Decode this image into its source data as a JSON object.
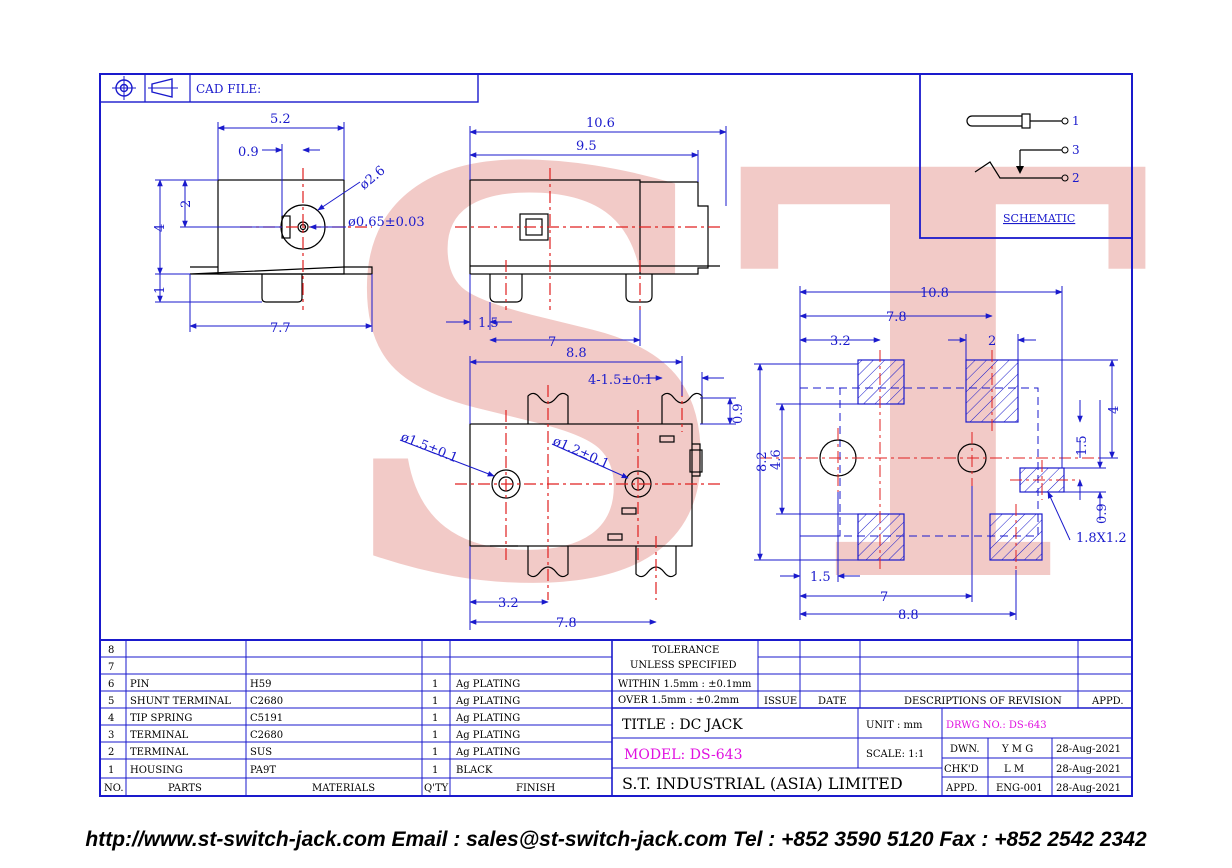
{
  "header": {
    "cad_label": "CAD FILE:"
  },
  "watermark": {
    "text": "ST",
    "color": "#e8a09a"
  },
  "colors": {
    "line": "#1a1acc",
    "center": "#e02020",
    "magenta": "#e010e0"
  },
  "front_view": {
    "dims": [
      "5.2",
      "0.9",
      "2",
      "4",
      "1",
      "7.7"
    ],
    "hole_outer": "ø2.6",
    "hole_inner": "ø0.65±0.03"
  },
  "side_view": {
    "dims": [
      "10.6",
      "9.5",
      "1.5",
      "7"
    ]
  },
  "top_view": {
    "dims": [
      "8.8",
      "4-1.5±0.1",
      "0.9",
      "3.2",
      "7.8"
    ],
    "hole_a": "ø1.5±0.1",
    "hole_b": "ø1.2±0.1"
  },
  "pcb_layout": {
    "dims": [
      "10.8",
      "7.8",
      "3.2",
      "2",
      "8.2",
      "4.6",
      "4",
      "1.5",
      "0.9",
      "1.5",
      "7",
      "8.8"
    ],
    "pad_label": "1.8X1.2"
  },
  "schematic": {
    "title": "SCHEMATIC",
    "pins": [
      "1",
      "3",
      "2"
    ]
  },
  "bom": {
    "rows": [
      {
        "no": "8",
        "part": "",
        "material": "",
        "qty": "",
        "finish": ""
      },
      {
        "no": "7",
        "part": "",
        "material": "",
        "qty": "",
        "finish": ""
      },
      {
        "no": "6",
        "part": "PIN",
        "material": "H59",
        "qty": "1",
        "finish": "Ag PLATING"
      },
      {
        "no": "5",
        "part": "SHUNT TERMINAL",
        "material": "C2680",
        "qty": "1",
        "finish": "Ag PLATING"
      },
      {
        "no": "4",
        "part": "TIP SPRING",
        "material": "C5191",
        "qty": "1",
        "finish": "Ag PLATING"
      },
      {
        "no": "3",
        "part": "TERMINAL",
        "material": "C2680",
        "qty": "1",
        "finish": "Ag PLATING"
      },
      {
        "no": "2",
        "part": "TERMINAL",
        "material": "SUS",
        "qty": "1",
        "finish": "Ag PLATING"
      },
      {
        "no": "1",
        "part": "HOUSING",
        "material": "PA9T",
        "qty": "1",
        "finish": "BLACK"
      }
    ],
    "headers": {
      "no": "NO.",
      "part": "PARTS",
      "material": "MATERIALS",
      "qty": "Q'TY",
      "finish": "FINISH"
    }
  },
  "tolerance": {
    "title1": "TOLERANCE",
    "title2": "UNLESS   SPECIFIED",
    "within": "WITHIN  1.5mm : ±0.1mm",
    "over": "OVER    1.5mm : ±0.2mm"
  },
  "revision": {
    "issue": "ISSUE",
    "date": "DATE",
    "desc": "DESCRIPTIONS  OF  REVISION",
    "appd": "APPD."
  },
  "title_block": {
    "title": "TITLE : DC JACK",
    "model": "MODEL: DS-643",
    "company": "S.T.  INDUSTRIAL  (ASIA)  LIMITED",
    "unit_label": "UNIT :  mm",
    "drwg": "DRWG NO.: DS-643",
    "scale": "SCALE:   1:1",
    "dwn_label": "DWN.",
    "dwn_name": "Y M G",
    "dwn_date": "28-Aug-2021",
    "chkd_label": "CHK'D",
    "chkd_name": "L M",
    "chkd_date": "28-Aug-2021",
    "appd_label": "APPD.",
    "appd_name": "ENG-001",
    "appd_date": "28-Aug-2021"
  },
  "footer": "http://www.st-switch-jack.com  Email : sales@st-switch-jack.com  Tel : +852 3590 5120  Fax : +852 2542 2342"
}
